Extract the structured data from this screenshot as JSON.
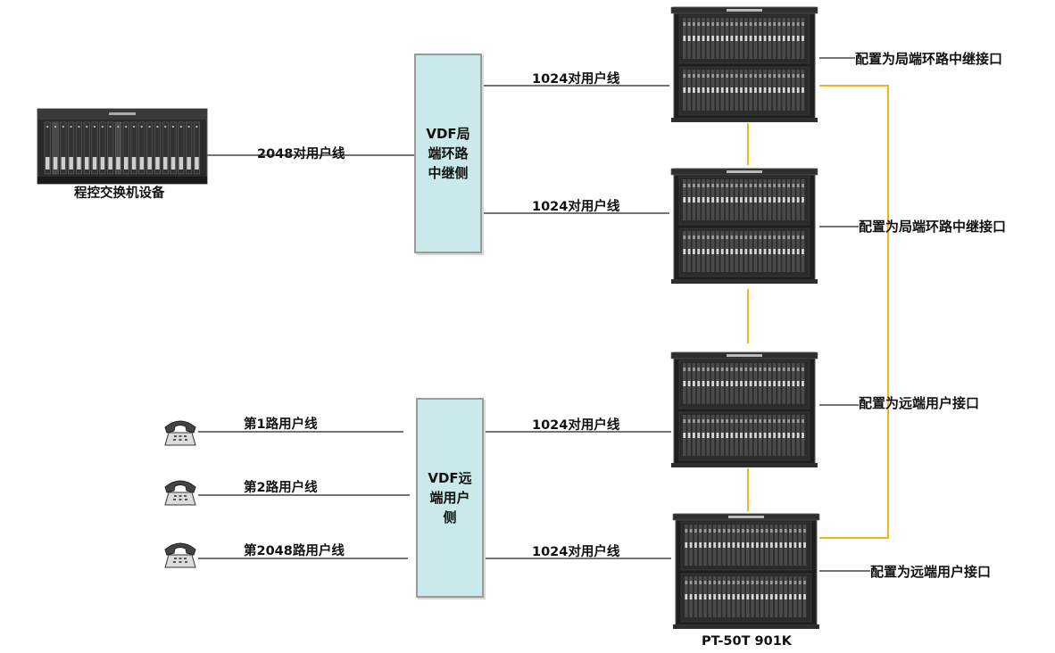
{
  "diagram": {
    "switch_label": "程控交换机设备",
    "line_2048": "2048对用户线",
    "vdf_local": "VDF局\n端环路\n中继侧",
    "vdf_remote": "VDF远\n端用户\n侧",
    "line_1024_a": "1024对用户线",
    "line_1024_b": "1024对用户线",
    "line_1024_c": "1024对用户线",
    "line_1024_d": "1024对用户线",
    "config_1": "配置为局端环路中继接口",
    "config_2": "配置为局端环路中继接口",
    "config_3": "配置为远端用户接口",
    "config_4": "配置为远端用户接口",
    "phone_line_1": "第1路用户线",
    "phone_line_2": "第2路用户线",
    "phone_line_3": "第2048路用户线",
    "model_label": "PT-50T 901K"
  },
  "colors": {
    "vdf_fill": "#c9e9ea",
    "link_yellow": "#f2b51c",
    "rack_dark": "#1e1e1e"
  },
  "icons": [
    "switch-chassis-icon",
    "rack-icon",
    "telephone-icon"
  ]
}
